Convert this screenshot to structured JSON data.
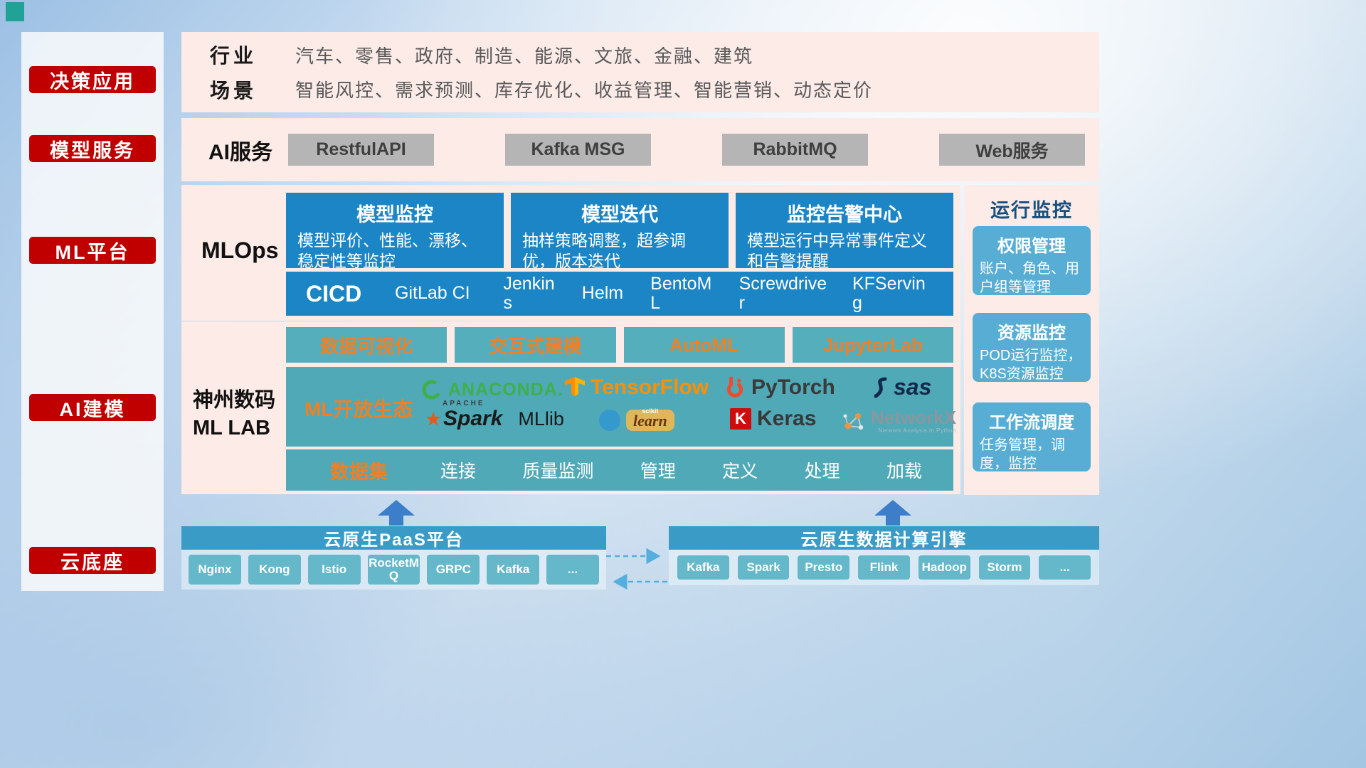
{
  "sidebar": {
    "items": [
      {
        "label": "决策应用"
      },
      {
        "label": "模型服务"
      },
      {
        "label": "ML平台"
      },
      {
        "label": "AI建模"
      },
      {
        "label": "云底座"
      }
    ]
  },
  "scenario_panel": {
    "rows": [
      {
        "label": "行业",
        "value": "汽车、零售、政府、制造、能源、文旅、金融、建筑"
      },
      {
        "label": "场景",
        "value": "智能风控、需求预测、库存优化、收益管理、智能营销、动态定价"
      }
    ]
  },
  "ai_service_panel": {
    "label": "AI服务",
    "buttons": [
      {
        "label": "RestfulAPI"
      },
      {
        "label": "Kafka MSG"
      },
      {
        "label": "RabbitMQ"
      },
      {
        "label": "Web服务"
      }
    ]
  },
  "mlops_panel": {
    "label": "MLOps",
    "cards": [
      {
        "title": "模型监控",
        "desc": "模型评价、性能、漂移、稳定性等监控"
      },
      {
        "title": "模型迭代",
        "desc": "抽样策略调整，超参调优，版本迭代"
      },
      {
        "title": "监控告警中心",
        "desc": "模型运行中异常事件定义和告警提醒"
      }
    ],
    "cicd": {
      "label": "CICD",
      "items": [
        {
          "label": "GitLab CI"
        },
        {
          "label": "Jenkins"
        },
        {
          "label": "Helm"
        },
        {
          "label": "BentoML"
        },
        {
          "label": "Screwdriver"
        },
        {
          "label": "KFServing"
        }
      ]
    }
  },
  "monitor_panel": {
    "title": "运行监控",
    "cards": [
      {
        "title": "权限管理",
        "desc": "账户、角色、用户组等管理"
      },
      {
        "title": "资源监控",
        "desc": "POD运行监控，K8S资源监控"
      },
      {
        "title": "工作流调度",
        "desc": "任务管理，调度，监控"
      }
    ]
  },
  "mllab_panel": {
    "label_line1": "神州数码",
    "label_line2": "ML LAB",
    "tools": [
      {
        "label": "数据可视化"
      },
      {
        "label": "交互式建模"
      },
      {
        "label": "AutoML"
      },
      {
        "label": "JupyterLab"
      }
    ],
    "ecosystem": {
      "label": "ML开放生态",
      "logos": {
        "anaconda": {
          "text": "ANACONDA."
        },
        "tensorflow": {
          "text": "TensorFlow"
        },
        "pytorch": {
          "text": "PyTorch"
        },
        "sas": {
          "text": "sas"
        },
        "spark": {
          "sup": "APACHE",
          "text": "Spark",
          "suffix": "MLlib"
        },
        "sklearn": {
          "sup": "scikit",
          "text": "learn"
        },
        "keras": {
          "icon_letter": "K",
          "text": "Keras"
        },
        "networkx": {
          "text": "NetworkX",
          "sub": "Network Analysis in Python"
        }
      }
    },
    "dataset_row": {
      "label": "数据集",
      "items": [
        {
          "label": "连接"
        },
        {
          "label": "质量监测"
        },
        {
          "label": "管理"
        },
        {
          "label": "定义"
        },
        {
          "label": "处理"
        },
        {
          "label": "加载"
        }
      ]
    }
  },
  "cloud_section": {
    "paas": {
      "title": "云原生PaaS平台",
      "items": [
        {
          "label": "Nginx"
        },
        {
          "label": "Kong"
        },
        {
          "label": "Istio"
        },
        {
          "label": "RocketMQ"
        },
        {
          "label": "GRPC"
        },
        {
          "label": "Kafka"
        },
        {
          "label": "..."
        }
      ]
    },
    "engine": {
      "title": "云原生数据计算引擎",
      "items": [
        {
          "label": "Kafka"
        },
        {
          "label": "Spark"
        },
        {
          "label": "Presto"
        },
        {
          "label": "Flink"
        },
        {
          "label": "Hadoop"
        },
        {
          "label": "Storm"
        },
        {
          "label": "..."
        }
      ]
    }
  },
  "colors": {
    "badge_red": "#c00000",
    "panel_pink": "#fcebe7",
    "mlops_blue": "#1b85c5",
    "teal": "#4fa9b7",
    "accent_orange": "#f08024",
    "bar_blue": "#3a9cc6",
    "chip_teal": "#64b8ca",
    "monitor_card_blue": "#57add3"
  }
}
